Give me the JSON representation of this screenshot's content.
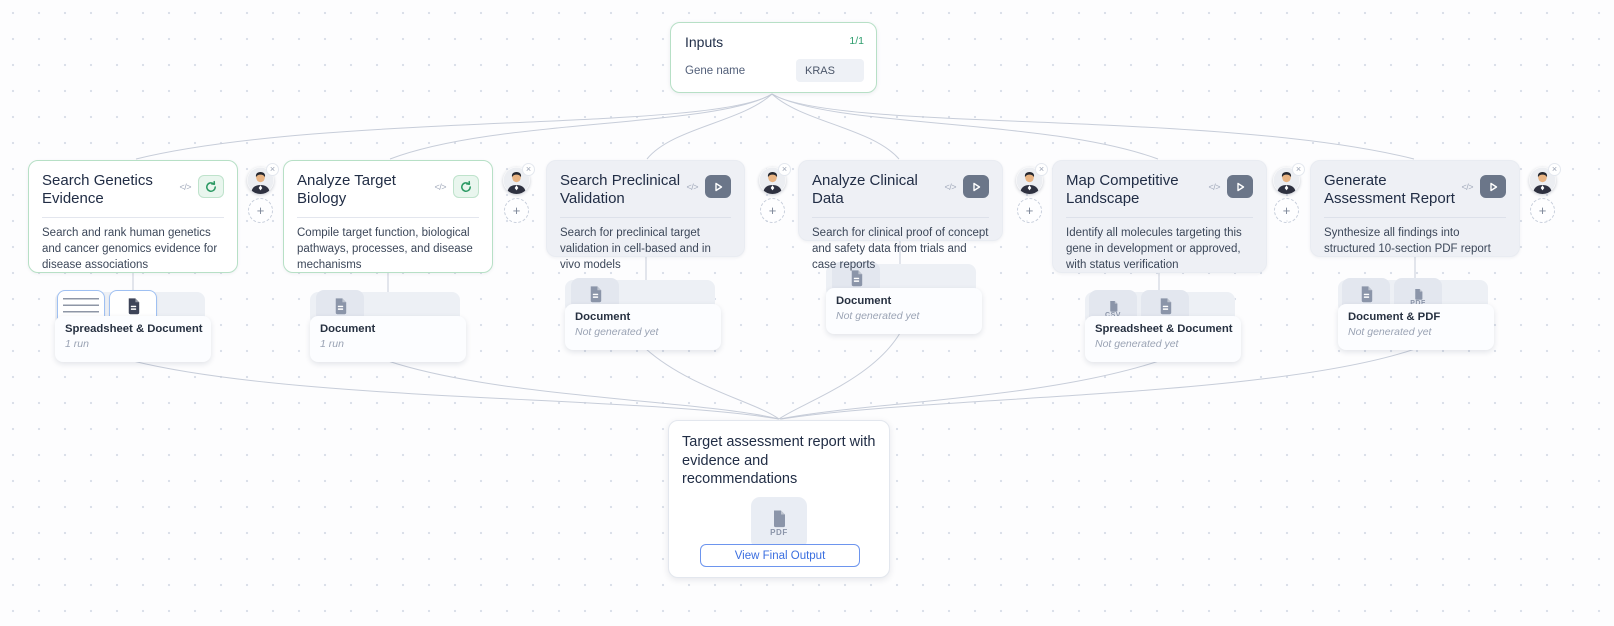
{
  "colors": {
    "accent_green": "#2c9a64",
    "green_border": "#b7e0c6",
    "accent_blue": "#3b6fe0",
    "blue_tab_border": "#9fc0f2",
    "wire": "#c7cdd9",
    "card_gray": "#eef0f5"
  },
  "icons": {
    "code": "</>",
    "plus": "+",
    "close": "×"
  },
  "badges": {
    "csv": "CSV",
    "pdf": "PDF"
  },
  "inputs_node": {
    "title": "Inputs",
    "counter": "1/1",
    "field_label": "Gene name",
    "field_value": "KRAS"
  },
  "tasks": [
    {
      "title": "Search Genetics Evidence",
      "description": "Search and rank human genetics and cancer genomics evidence for disease associations",
      "state": "completed",
      "output": {
        "label": "Spreadsheet & Document",
        "status": "1 run",
        "files": [
          "spreadsheet",
          "document"
        ]
      }
    },
    {
      "title": "Analyze Target Biology",
      "description": "Compile target function, biological pathways, processes, and disease mechanisms",
      "state": "completed",
      "output": {
        "label": "Document",
        "status": "1 run",
        "files": [
          "document"
        ]
      }
    },
    {
      "title": "Search Preclinical Validation",
      "description": "Search for preclinical target validation in cell-based and in vivo models",
      "state": "not-run",
      "output": {
        "label": "Document",
        "status": "Not generated yet",
        "files": [
          "document"
        ]
      }
    },
    {
      "title": "Analyze Clinical Data",
      "description": "Search for clinical proof of concept and safety data from trials and case reports",
      "state": "not-run",
      "output": {
        "label": "Document",
        "status": "Not generated yet",
        "files": [
          "document"
        ]
      }
    },
    {
      "title": "Map Competitive Landscape",
      "description": "Identify all molecules targeting this gene in development or approved, with status verification",
      "state": "not-run",
      "output": {
        "label": "Spreadsheet & Document",
        "status": "Not generated yet",
        "files": [
          "csv",
          "document"
        ]
      }
    },
    {
      "title": "Generate Assessment Report",
      "description": "Synthesize all findings into structured 10-section PDF report",
      "state": "not-run",
      "output": {
        "label": "Document & PDF",
        "status": "Not generated yet",
        "files": [
          "document",
          "pdf"
        ]
      }
    }
  ],
  "final_node": {
    "title": "Target assessment report with evidence and recommendations",
    "file_label": "PDF",
    "button_label": "View Final Output"
  }
}
